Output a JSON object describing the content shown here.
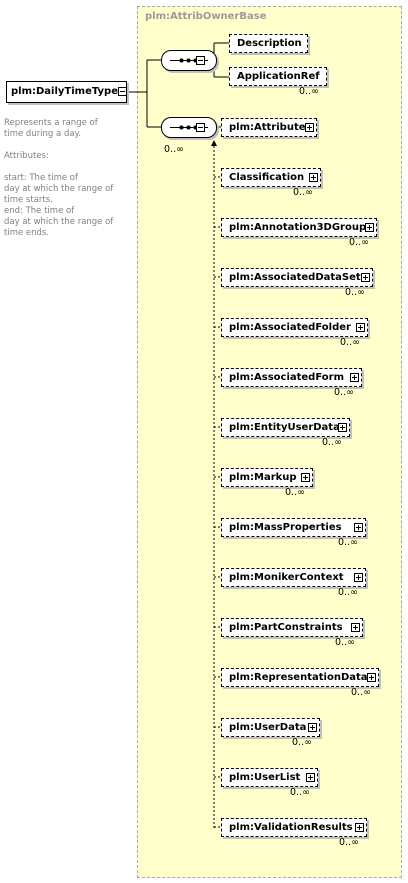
{
  "type_title": "plm:AttribOwnerBase",
  "root_element": "plm:DailyTimeType",
  "documentation": "Represents a range of\ntime during a day.\n\nAttributes:\n\nstart:          The time of\nday at which the range of\ntime starts.\nend:             The time of\nday at which the range of\ntime ends.",
  "group1": [
    {
      "label": "Description",
      "occurrence": ""
    },
    {
      "label": "ApplicationRef",
      "occurrence": "0..∞"
    }
  ],
  "group2_occurrence": "0..∞",
  "group2": [
    {
      "label": "plm:Attribute",
      "occurrence": ""
    },
    {
      "label": "Classification",
      "occurrence": "0..∞"
    },
    {
      "label": "plm:Annotation3DGroup",
      "occurrence": "0..∞"
    },
    {
      "label": "plm:AssociatedDataSet",
      "occurrence": "0..∞"
    },
    {
      "label": "plm:AssociatedFolder",
      "occurrence": "0..∞"
    },
    {
      "label": "plm:AssociatedForm",
      "occurrence": "0..∞"
    },
    {
      "label": "plm:EntityUserData",
      "occurrence": "0..∞"
    },
    {
      "label": "plm:Markup",
      "occurrence": "0..∞"
    },
    {
      "label": "plm:MassProperties",
      "occurrence": "0..∞"
    },
    {
      "label": "plm:MonikerContext",
      "occurrence": "0..∞"
    },
    {
      "label": "plm:PartConstraints",
      "occurrence": "0..∞"
    },
    {
      "label": "plm:RepresentationData",
      "occurrence": "0..∞"
    },
    {
      "label": "plm:UserData",
      "occurrence": "0..∞"
    },
    {
      "label": "plm:UserList",
      "occurrence": "0..∞"
    },
    {
      "label": "plm:ValidationResults",
      "occurrence": "0..∞"
    }
  ]
}
